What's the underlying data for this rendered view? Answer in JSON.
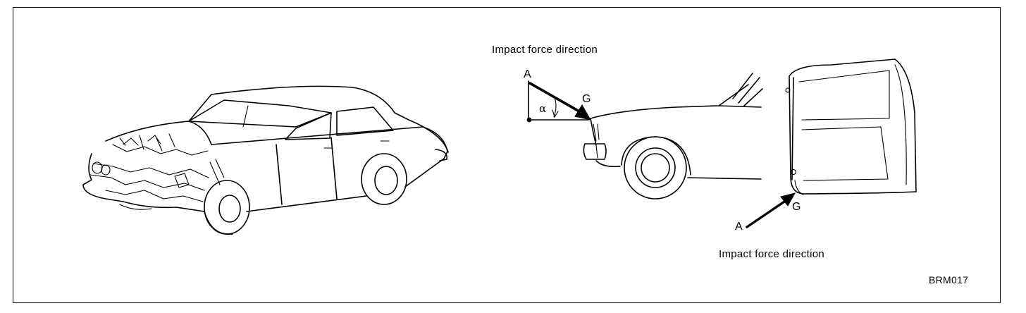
{
  "labels": {
    "impact_top": "Impact force direction",
    "impact_bottom": "Impact force direction",
    "figure_code": "BRM017"
  },
  "points": {
    "a_top": "A",
    "g_top": "G",
    "alpha": "α",
    "a_bottom": "A",
    "g_bottom": "G"
  }
}
